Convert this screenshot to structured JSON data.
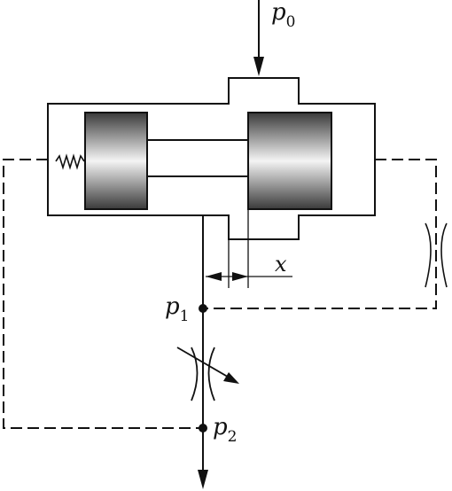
{
  "labels": {
    "p0": {
      "base": "p",
      "sub": "0"
    },
    "p1": {
      "base": "p",
      "sub": "1"
    },
    "p2": {
      "base": "p",
      "sub": "2"
    },
    "x": "x"
  },
  "colors": {
    "line": "#111111",
    "spool_dark": "#3a3a3a",
    "spool_light": "#f4f4f4"
  }
}
